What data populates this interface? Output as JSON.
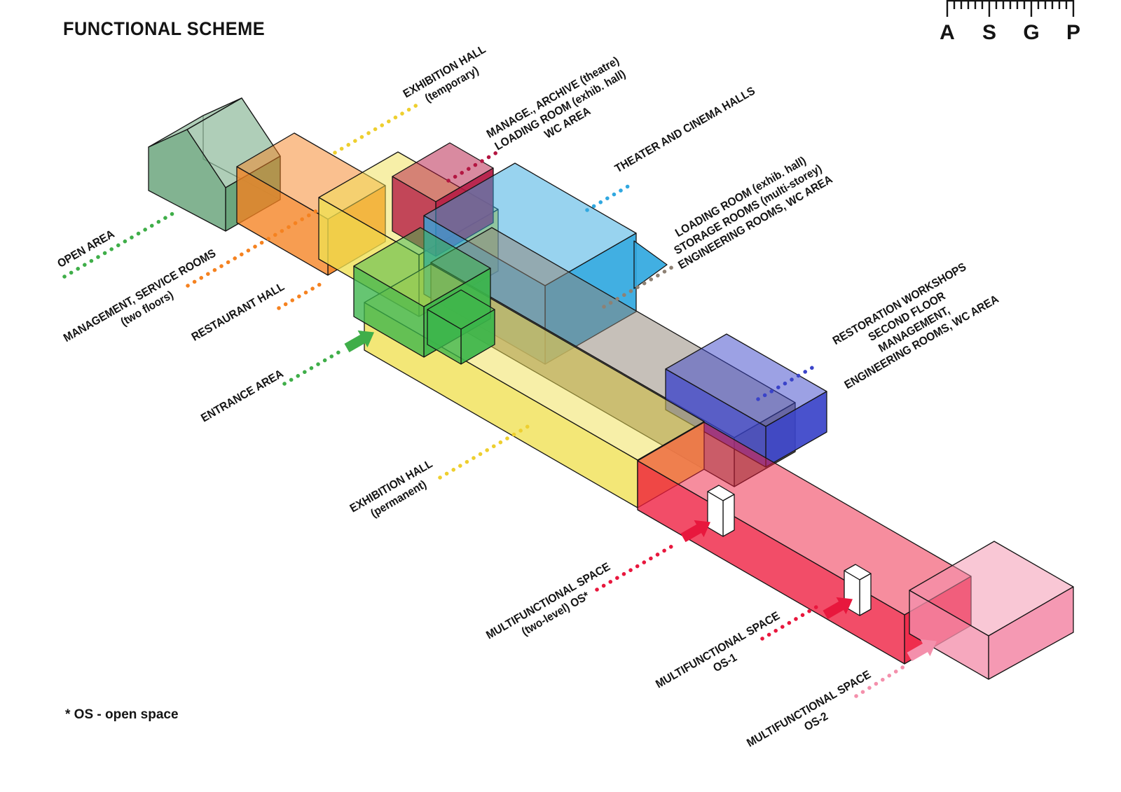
{
  "title": "FUNCTIONAL SCHEME",
  "footnote": "* OS - open space",
  "logo": {
    "letters": [
      "A",
      "S",
      "G",
      "P"
    ]
  },
  "palette": {
    "ink": "#141414",
    "house_green": "#5f9e72",
    "entrance_green": "#3bb54a",
    "green_dots": "#3fae49",
    "orange": "#f58220",
    "yellow": "#efe051",
    "yellow_dots": "#eecf2f",
    "crimson": "#b31641",
    "light_blue": "#31a8e0",
    "taupe": "#8e8174",
    "royal_blue": "#3a43c9",
    "red": "#ee1b3e",
    "red_dots": "#e8173d",
    "pink": "#f490ac",
    "white": "#ffffff"
  },
  "labels": [
    {
      "id": "exhibition-temporary",
      "color": "#eecf2f",
      "lines": [
        "EXHIBITION HALL",
        "(temporary)"
      ]
    },
    {
      "id": "manage-archive",
      "color": "#b31641",
      "lines": [
        "MANAGE., ARCHIVE (theatre)",
        "LOADING ROOM (exhib. hall)",
        "WC AREA"
      ]
    },
    {
      "id": "theater-cinema",
      "color": "#31a8e0",
      "lines": [
        "THEATER AND CINEMA HALLS"
      ]
    },
    {
      "id": "loading-storage",
      "color": "#8e8174",
      "lines": [
        "LOADING ROOM (exhib. hall)",
        "STORAGE ROOMS (multi-storey)",
        "ENGINEERING ROOMS, WC AREA"
      ]
    },
    {
      "id": "restoration-workshops",
      "color": "#3a43c9",
      "lines": [
        "RESTORATION WORKSHOPS",
        "SECOND FLOOR",
        "MANAGEMENT,",
        "ENGINEERING ROOMS, WC AREA"
      ]
    },
    {
      "id": "open-area",
      "color": "#3fae49",
      "lines": [
        "OPEN AREA"
      ]
    },
    {
      "id": "management-service",
      "color": "#f58220",
      "lines": [
        "MANAGEMENT, SERVICE ROOMS",
        "(two floors)"
      ]
    },
    {
      "id": "restaurant-hall",
      "color": "#f58220",
      "lines": [
        "RESTAURANT HALL"
      ]
    },
    {
      "id": "entrance-area",
      "color": "#3fae49",
      "lines": [
        "ENTRANCE AREA"
      ]
    },
    {
      "id": "exhibition-permanent",
      "color": "#eecf2f",
      "lines": [
        "EXHIBITION HALL",
        "(permanent)"
      ]
    },
    {
      "id": "multifunctional-two-level",
      "color": "#e8173d",
      "lines": [
        "MULTIFUNCTIONAL SPACE",
        "(two-level) OS*"
      ]
    },
    {
      "id": "multifunctional-os1",
      "color": "#e8173d",
      "lines": [
        "MULTIFUNCTIONAL SPACE",
        "OS-1"
      ]
    },
    {
      "id": "multifunctional-os2",
      "color": "#f490ac",
      "lines": [
        "MULTIFUNCTIONAL SPACE",
        "OS-2"
      ]
    }
  ]
}
